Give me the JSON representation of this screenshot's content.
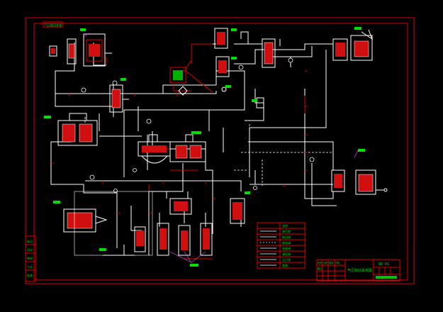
{
  "colors": {
    "background": "#000000",
    "frame": "#e00000",
    "pipe": "#ffffff",
    "label": "#00e000",
    "component": "#ffffff",
    "component_fill": "#d01010",
    "accent_yellow": "#e0e000",
    "accent_magenta": "#ff40ff"
  },
  "title_block": {
    "drawing_name": "气压制动系统图",
    "drawing_no": "QD-01"
  },
  "top_left_tag": "气压制动系统",
  "left_strip": [
    "标记",
    "设计",
    "审核",
    "工艺",
    "批准"
  ],
  "legend_rows": [
    "名称",
    "储气筒",
    "制动阀",
    "继动阀",
    "快放阀",
    "调压阀",
    "压力表",
    "管路"
  ],
  "bom": [
    "序号",
    "名称",
    "数量",
    "材料",
    "备注"
  ]
}
